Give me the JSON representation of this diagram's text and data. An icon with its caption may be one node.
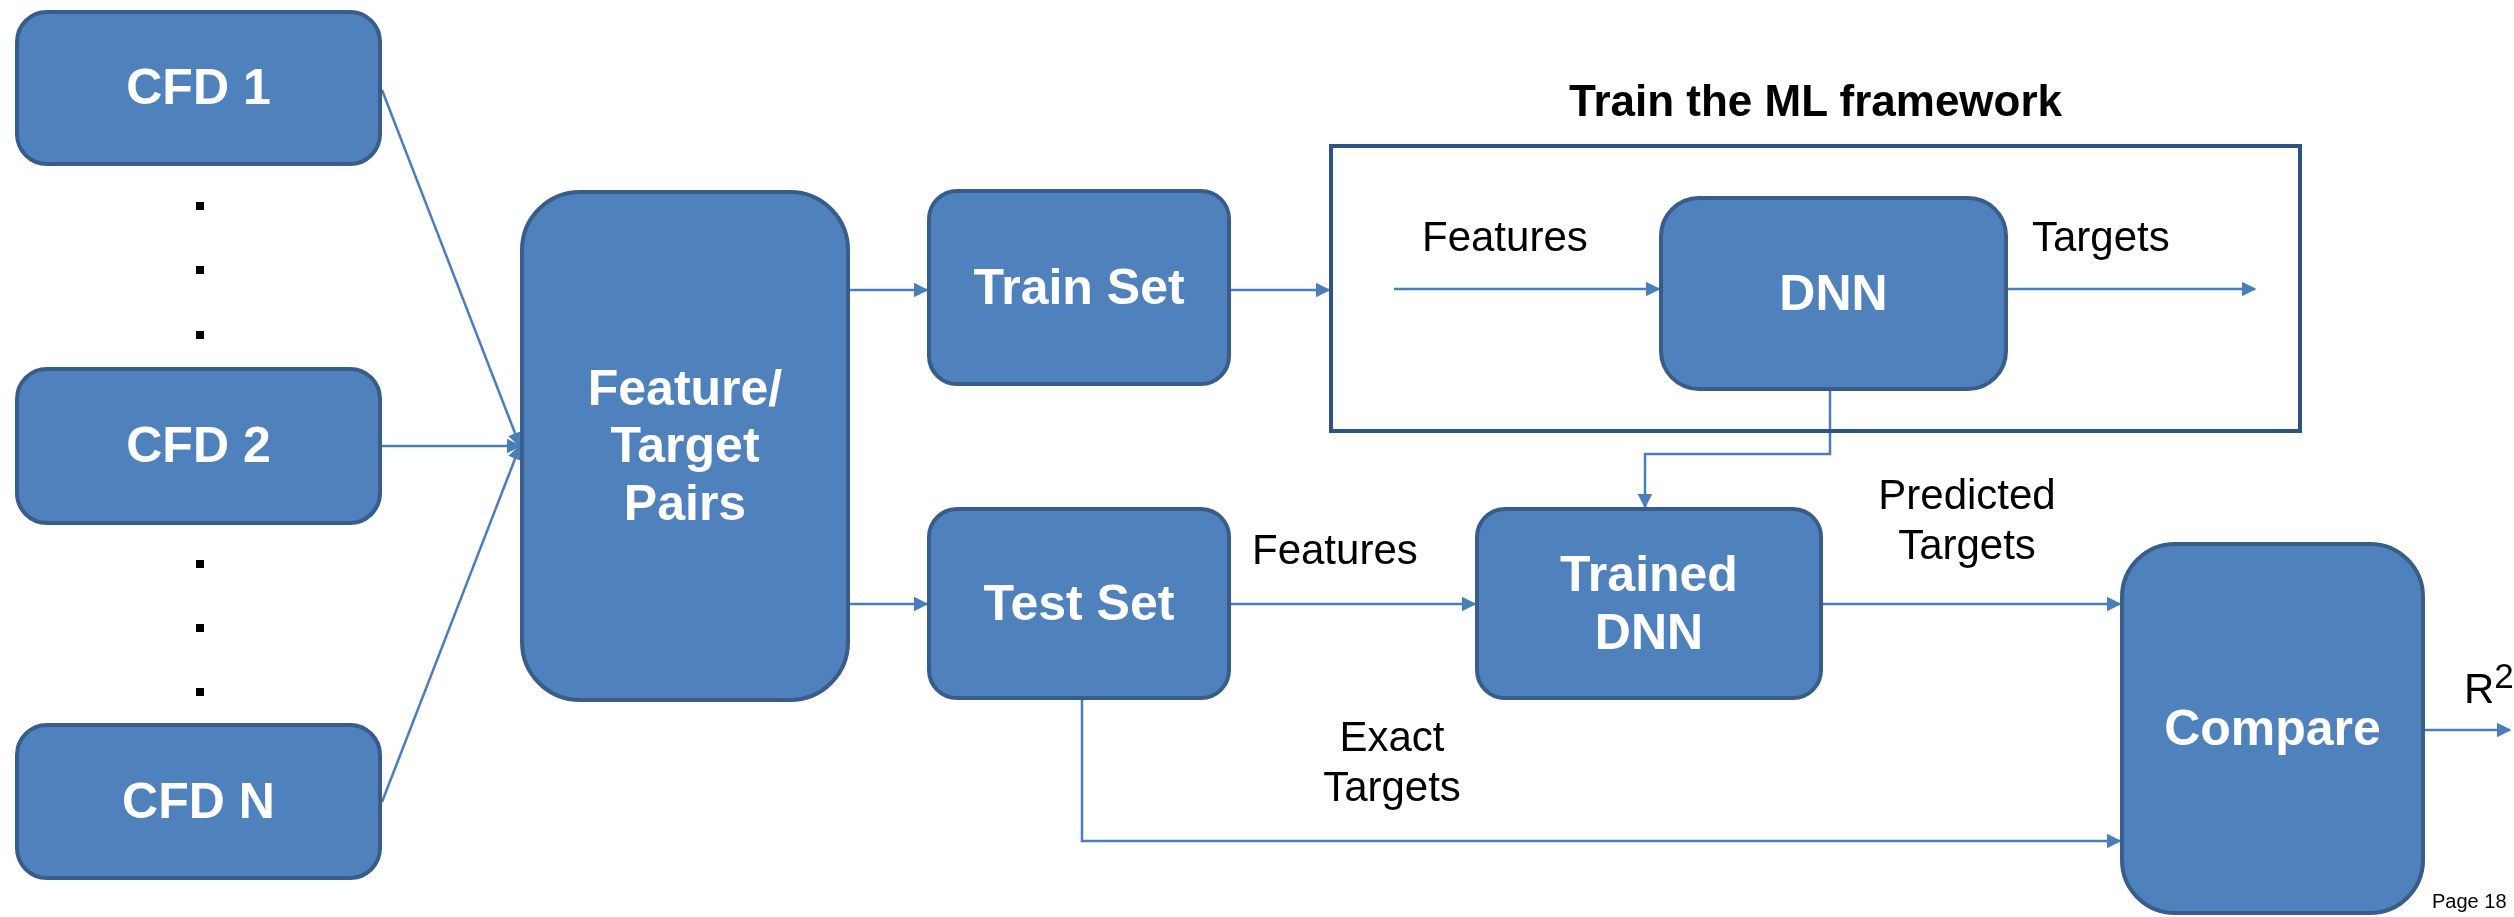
{
  "diagram": {
    "nodes": [
      {
        "text": [
          "CFD 1"
        ]
      },
      {
        "text": [
          "CFD 2"
        ]
      },
      {
        "text": [
          "CFD N"
        ]
      },
      {
        "text": [
          "Feature/ Target Pairs"
        ]
      },
      {
        "text": [
          "Train Set"
        ]
      },
      {
        "text": [
          "Test Set"
        ]
      },
      {
        "text": [
          "Train the ML framework"
        ]
      },
      {
        "text": [
          "DNN"
        ],
        "in": 6
      },
      {
        "text": [
          "Trained DNN"
        ]
      },
      {
        "text": [
          "Compare"
        ]
      }
    ],
    "edges": [
      {
        "from": 0,
        "to": 3,
        "arrow": "to"
      },
      {
        "from": 1,
        "to": 3,
        "arrow": "to"
      },
      {
        "from": 2,
        "to": 3,
        "arrow": "to"
      },
      {
        "from": 3,
        "to": 4,
        "arrow": "to"
      },
      {
        "from": 3,
        "to": 5,
        "arrow": "to"
      },
      {
        "from": 4,
        "to": 6,
        "arrow": "to"
      },
      {
        "from": null,
        "to": 7,
        "arrow": "to",
        "label": "Features"
      },
      {
        "from": 7,
        "to": null,
        "arrow": "to",
        "label": "Targets"
      },
      {
        "from": 7,
        "to": 8,
        "arrow": "to"
      },
      {
        "from": 5,
        "to": 8,
        "arrow": "to",
        "label": "Features"
      },
      {
        "from": 8,
        "to": 9,
        "arrow": "to",
        "label": "Predicted Targets"
      },
      {
        "from": 5,
        "to": 9,
        "arrow": "to",
        "label": "Exact Targets"
      },
      {
        "from": 9,
        "to": null,
        "arrow": "to",
        "label": "R$^{2}$"
      }
    ],
    "labels": [
      "Page 18"
    ]
  }
}
